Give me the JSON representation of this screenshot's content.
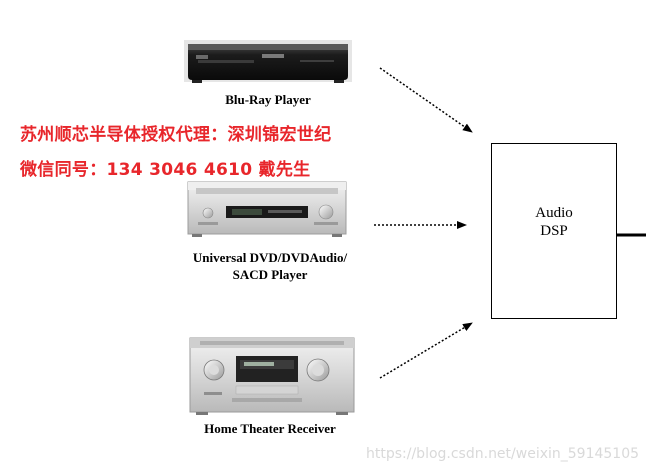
{
  "devices": {
    "bluray": {
      "label": "Blu-Ray Player"
    },
    "dvd": {
      "label_line1": "Universal DVD/DVDAudio/",
      "label_line2": "SACD Player"
    },
    "receiver": {
      "label": "Home Theater Receiver"
    }
  },
  "dsp": {
    "line1": "Audio",
    "line2": "DSP"
  },
  "overlay": {
    "line1": "苏州顺芯半导体授权代理：深圳锦宏世纪",
    "line2": "微信同号：134 3046 4610 戴先生"
  },
  "watermark": "https://blog.csdn.net/weixin_59145105"
}
